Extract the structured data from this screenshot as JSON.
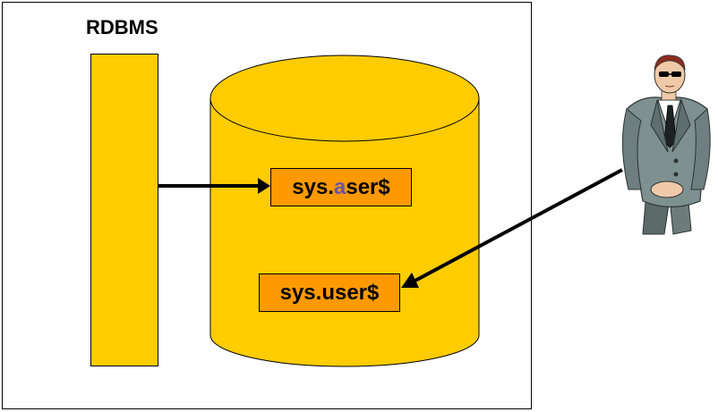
{
  "diagram": {
    "title": "RDBMS",
    "box_top": {
      "prefix": "sys.",
      "accent": "a",
      "suffix": "ser$"
    },
    "box_bottom": {
      "label": "sys.user$"
    },
    "figure_icon": "suited-man-with-sunglasses-icon"
  },
  "colors": {
    "cylinder_fill": "#ffcc00",
    "box_fill": "#ff9900",
    "accent_letter": "#6655aa",
    "outline": "#000000"
  }
}
